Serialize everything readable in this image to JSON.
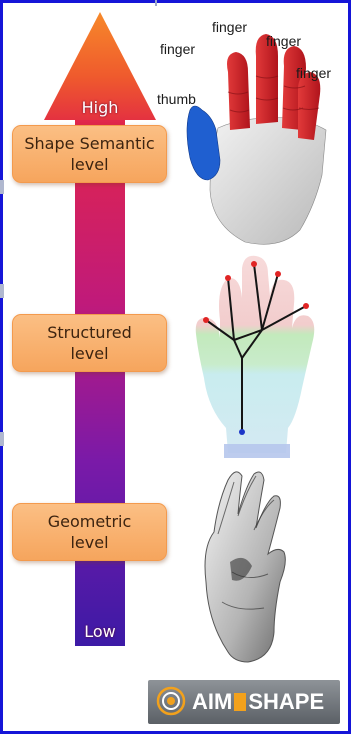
{
  "arrow": {
    "top_label": "High",
    "bottom_label": "Low",
    "head_color": "#f06a2c",
    "top_color": "#e2264a",
    "bottom_color": "#3c1aa6"
  },
  "levels": [
    {
      "line1": "Shape Semantic",
      "line2": "level"
    },
    {
      "line1": "Structured",
      "line2": "level"
    },
    {
      "line1": "Geometric",
      "line2": "level"
    }
  ],
  "hand_labels": {
    "thumb": "thumb",
    "finger_1": "finger",
    "finger_2": "finger",
    "finger_3": "finger",
    "finger_4": "finger"
  },
  "logo": {
    "text_left": "AIM",
    "text_right": "SHAPE"
  },
  "colors": {
    "frame": "#1515d8",
    "box_fill": "#f6a55d",
    "finger_red": "#d01c24",
    "thumb_blue": "#1f5fd0"
  }
}
